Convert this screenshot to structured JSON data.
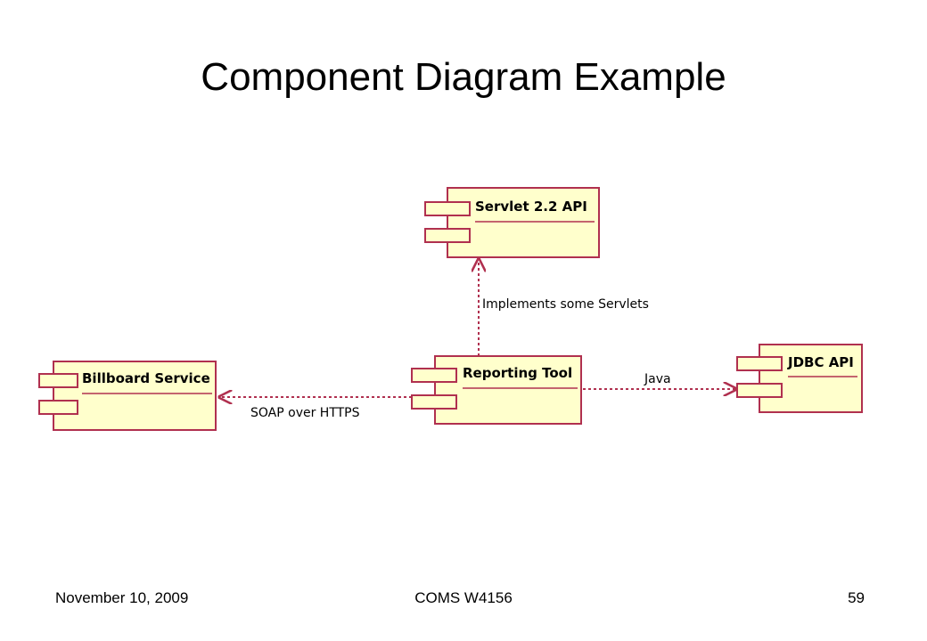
{
  "slide": {
    "title": "Component Diagram Example"
  },
  "colors": {
    "component_fill": "#ffffcc",
    "component_stroke": "#b0304f",
    "dependency_stroke": "#b0304f",
    "text": "#000000"
  },
  "diagram": {
    "components": [
      {
        "id": "servlet-api",
        "name": "Servlet 2.2 API"
      },
      {
        "id": "billboard-service",
        "name": "Billboard Service"
      },
      {
        "id": "reporting-tool",
        "name": "Reporting Tool"
      },
      {
        "id": "jdbc-api",
        "name": "JDBC API"
      }
    ],
    "dependencies": [
      {
        "from": "reporting-tool",
        "to": "servlet-api",
        "label": "Implements some Servlets"
      },
      {
        "from": "reporting-tool",
        "to": "billboard-service",
        "label": "SOAP over HTTPS"
      },
      {
        "from": "reporting-tool",
        "to": "jdbc-api",
        "label": "Java"
      }
    ]
  },
  "footer": {
    "date": "November 10, 2009",
    "course": "COMS W4156",
    "page": "59"
  }
}
